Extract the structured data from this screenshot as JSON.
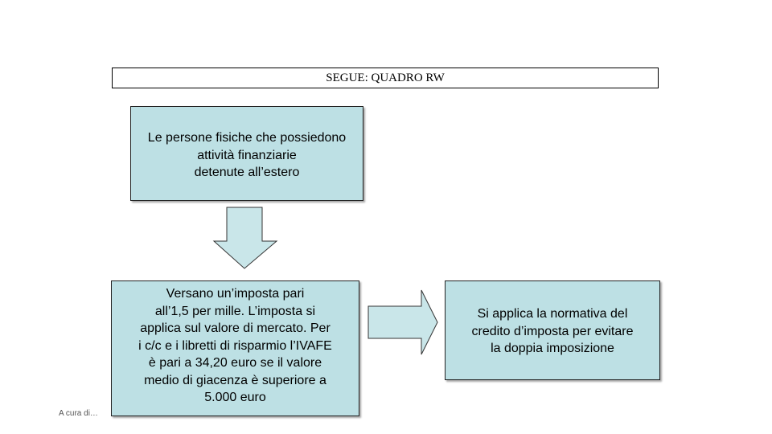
{
  "slide": {
    "title": "SEGUE: QUADRO RW",
    "box1": {
      "lines": [
        "Le persone fisiche che possiedono",
        "attività finanziarie",
        "detenute all’estero"
      ]
    },
    "box2": {
      "lines": [
        "Versano un’imposta  pari",
        "all’1,5 per mille. L’imposta si",
        "applica sul valore di mercato. Per",
        "i c/c e i libretti di risparmio l’IVAFE",
        "è pari a 34,20 euro se il valore",
        "medio di giacenza è superiore a",
        "5.000 euro"
      ]
    },
    "box3": {
      "lines": [
        "Si applica la normativa del",
        "credito d’imposta per evitare",
        "la doppia imposizione"
      ]
    },
    "footer": "A cura di…"
  },
  "colors": {
    "box_fill": "#bde0e4",
    "arrow_fill": "#c9e6e9",
    "border": "#222222"
  },
  "icons": [
    "arrow-down-icon",
    "arrow-right-icon"
  ]
}
